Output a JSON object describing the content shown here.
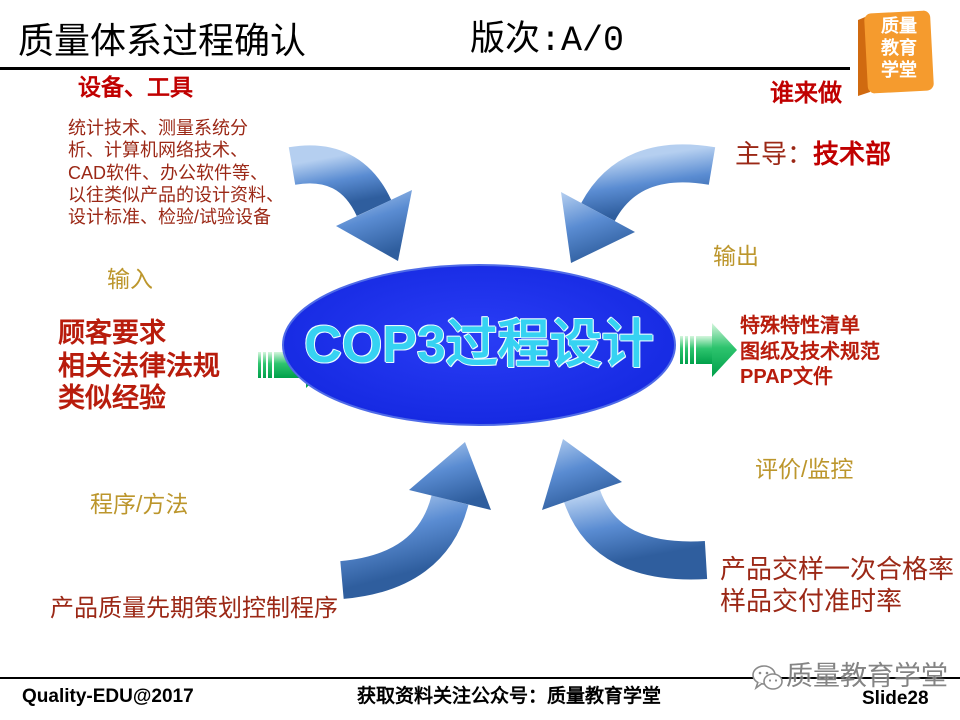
{
  "header": {
    "title": "质量体系过程确认",
    "version": "版次:A/0"
  },
  "logo": {
    "lines": [
      "质量",
      "教育",
      "学堂"
    ]
  },
  "turtle": {
    "resources": {
      "heading": "设备、工具",
      "lines": [
        "统计技术、测量系统分",
        "析、计算机网络技术、",
        "CAD软件、办公软件等、",
        "以往类似产品的设计资料、",
        "设计标准、检验/试验设备"
      ]
    },
    "who": {
      "heading": "谁来做",
      "lead_label": "主导：",
      "lead_value": "技术部"
    },
    "input": {
      "label": "输入",
      "items": [
        "顾客要求",
        "相关法律法规",
        "类似经验"
      ]
    },
    "process": {
      "name": "COP3过程设计"
    },
    "output": {
      "label": "输出",
      "items": [
        "特殊特性清单",
        "图纸及技术规范",
        "PPAP文件"
      ]
    },
    "method": {
      "label": "程序/方法",
      "value": "产品质量先期策划控制程序"
    },
    "measure": {
      "label": "评价/监控",
      "items": [
        "产品交样一次合格率",
        "样品交付准时率"
      ]
    }
  },
  "footer": {
    "copyright": "Quality-EDU@2017",
    "notice": "获取资料关注公众号：质量教育学堂",
    "slide": "Slide28"
  },
  "watermark": {
    "icon": "wechat-icon",
    "text": "质量教育学堂"
  },
  "colors": {
    "accent_red": "#C00000",
    "body_red": "#9B2816",
    "label_gold": "#BC962C",
    "process_blue": "#1428E0",
    "process_text": "#36D2F2",
    "arrow_blue": "#5A8CD2",
    "arrow_green": "#2EC46E",
    "logo_orange": "#F59B2E"
  }
}
